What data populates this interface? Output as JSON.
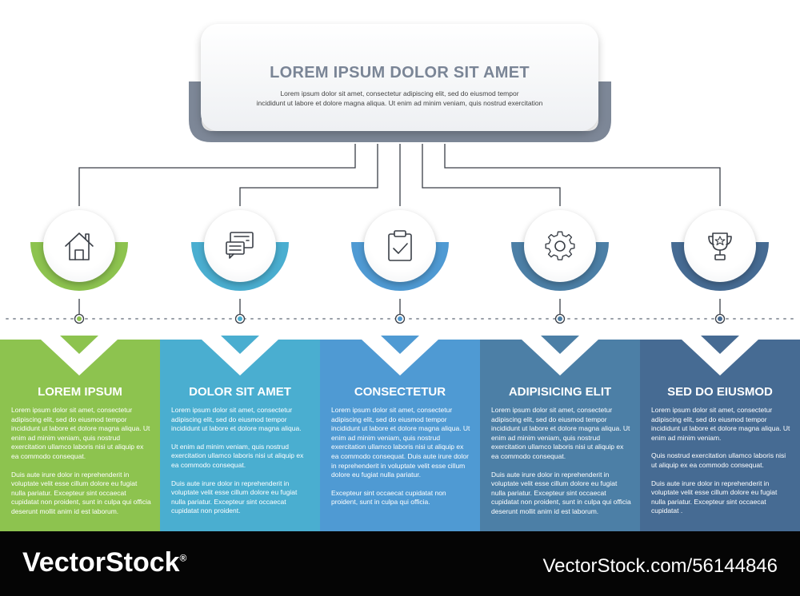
{
  "header": {
    "title": "LOREM IPSUM DOLOR SIT AMET",
    "line1": "Lorem ipsum dolor sit amet, consectetur adipiscing elit, sed do eiusmod tempor",
    "line2": "incididunt ut labore et dolore magna aliqua. Ut enim ad minim veniam, quis nostrud exercitation"
  },
  "nodes": [
    {
      "icon": "house-icon",
      "color": "#8dc34f",
      "title": "LOREM IPSUM",
      "p1": "Lorem ipsum dolor sit amet, consectetur adipiscing elit, sed do eiusmod tempor incididunt ut labore et dolore magna aliqua. Ut enim ad minim veniam, quis nostrud exercitation ullamco laboris nisi ut aliquip ex ea commodo consequat.",
      "p2": "Duis aute irure dolor in reprehenderit in voluptate velit esse cillum dolore eu fugiat nulla pariatur. Excepteur sint occaecat cupidatat non proident, sunt in culpa qui officia deserunt mollit anim id est laborum."
    },
    {
      "icon": "chat-bubbles-icon",
      "color": "#4aaed0",
      "title": "DOLOR SIT AMET",
      "p1": "Lorem ipsum dolor sit amet, consectetur adipiscing elit, sed do eiusmod tempor incididunt ut labore et dolore magna aliqua.",
      "p2": "Ut enim ad minim veniam, quis nostrud exercitation ullamco laboris nisi ut aliquip ex ea commodo consequat.",
      "p3": "Duis aute irure dolor in reprehenderit in voluptate velit esse cillum dolore eu fugiat nulla pariatur. Excepteur sint occaecat cupidatat non proident."
    },
    {
      "icon": "clipboard-check-icon",
      "color": "#4f9ad3",
      "title": "CONSECTETUR",
      "p1": "Lorem ipsum dolor sit amet, consectetur adipiscing elit, sed do eiusmod tempor incididunt ut labore et dolore magna aliqua. Ut enim ad minim veniam, quis nostrud exercitation ullamco laboris nisi ut aliquip ex ea commodo consequat. Duis aute irure dolor in reprehenderit in voluptate velit esse cillum dolore eu fugiat nulla pariatur.",
      "p2": "Excepteur sint occaecat cupidatat non proident, sunt in culpa qui officia."
    },
    {
      "icon": "gear-icon",
      "color": "#4c7fa6",
      "title": "ADIPISICING ELIT",
      "p1": "Lorem ipsum dolor sit amet, consectetur adipiscing elit, sed do eiusmod tempor incididunt ut labore et dolore magna aliqua. Ut enim ad minim veniam, quis nostrud exercitation ullamco laboris nisi ut aliquip ex ea commodo consequat.",
      "p2": "Duis aute irure dolor in reprehenderit in voluptate velit esse cillum dolore eu fugiat nulla pariatur. Excepteur sint occaecat cupidatat non proident, sunt in culpa qui officia deserunt mollit anim id est laborum."
    },
    {
      "icon": "trophy-icon",
      "color": "#466b93",
      "title": "SED DO EIUSMOD",
      "p1": "Lorem ipsum dolor sit amet, consectetur adipiscing elit, sed do eiusmod tempor incididunt ut labore et dolore magna aliqua. Ut enim ad minim veniam.",
      "p2": "Quis nostrud exercitation ullamco laboris nisi ut aliquip ex ea commodo consequat.",
      "p3": "Duis aute irure dolor in reprehenderit in voluptate velit esse cillum dolore eu fugiat nulla pariatur. Excepteur sint occaecat cupidatat ."
    }
  ],
  "footer": {
    "brand": "VectorStock",
    "reg": "®",
    "url": "VectorStock.com/56144846"
  }
}
